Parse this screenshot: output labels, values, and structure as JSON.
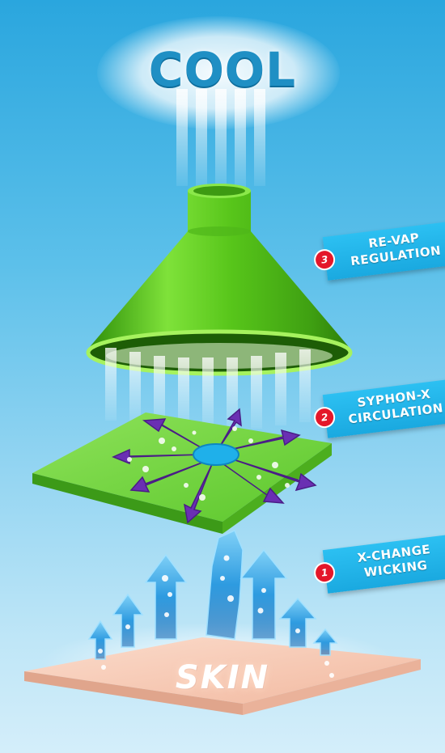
{
  "title": "COOL",
  "base_label": "SKIN",
  "steps": [
    {
      "number": "1",
      "line1": "X-CHANGE",
      "line2": "WICKING"
    },
    {
      "number": "2",
      "line1": "SYPHON-X",
      "line2": "CIRCULATION"
    },
    {
      "number": "3",
      "line1": "RE-VAP",
      "line2": "REGULATION"
    }
  ],
  "colors": {
    "background_top": "#2aa6de",
    "funnel": "#5fd11e",
    "platform": "#6ad43a",
    "arrows_purple": "#6a2fb3",
    "wicking_arrows": "#2a8fd6",
    "skin": "#f5c9b4",
    "banner": "#1faee6",
    "badge": "#e4172a"
  }
}
